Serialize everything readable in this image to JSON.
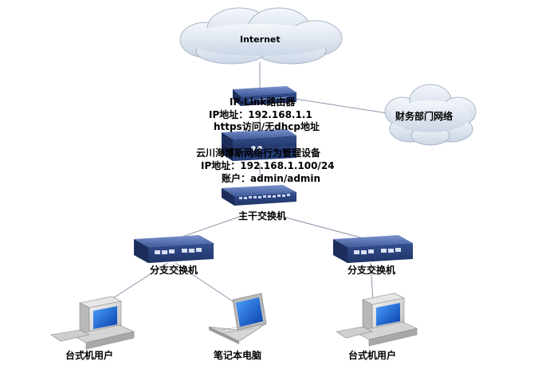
{
  "cloud_internet": {
    "label": "Internet"
  },
  "cloud_finance": {
    "label": "财务部门网络"
  },
  "router": {
    "name": "IP-Link路由器",
    "ip": "IP地址：192.168.1.1",
    "note": "https访问/无dhcp地址"
  },
  "manager": {
    "name": "云川海博斯网络行为管理设备",
    "ip": "IP地址：192.168.1.100/24",
    "account": "账户：admin/admin"
  },
  "core_switch": {
    "label": "主干交换机"
  },
  "branch_left": {
    "label": "分支交换机"
  },
  "branch_right": {
    "label": "分支交换机"
  },
  "pc_left": {
    "label": "台式机用户"
  },
  "laptop": {
    "label": "笔记本电脑"
  },
  "pc_right": {
    "label": "台式机用户"
  },
  "colors": {
    "device_blue": "#2f4a8a",
    "device_top": "#5f7ab9",
    "cloud": "#e4ebf4",
    "line": "#8a96a8"
  }
}
